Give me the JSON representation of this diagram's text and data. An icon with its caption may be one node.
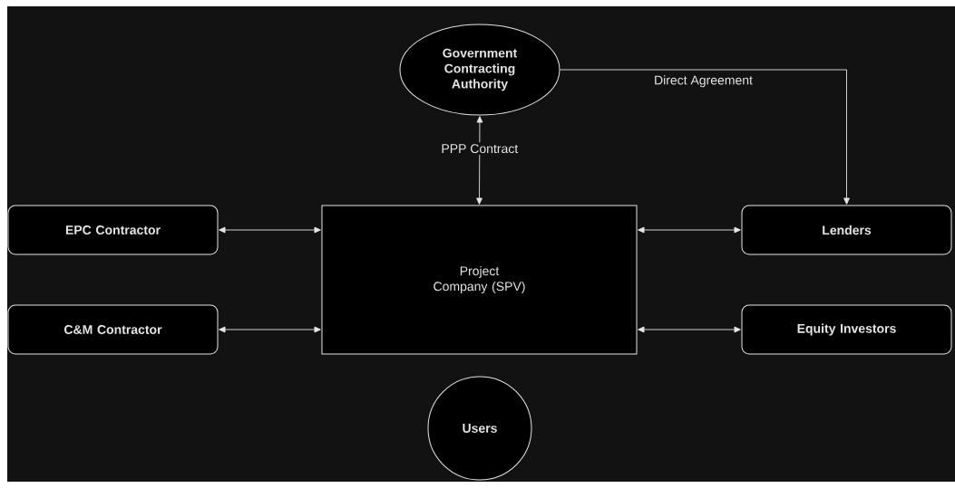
{
  "diagram": {
    "nodes": [
      {
        "text": [
          "Government Contracting Authority"
        ]
      },
      {
        "text": [
          "EPC Contractor"
        ]
      },
      {
        "text": [
          "Project Company (SPV)"
        ]
      },
      {
        "text": [
          "Lenders"
        ]
      },
      {
        "text": [
          "C&M Contractor"
        ]
      },
      {
        "text": [
          "Equity Investors"
        ]
      },
      {
        "text": [
          "Users"
        ]
      }
    ],
    "edges": [
      {
        "from": 0,
        "to": 2,
        "arrow": "both",
        "label": "PPP Contract"
      },
      {
        "from": 0,
        "to": 3,
        "arrow": "to",
        "label": "Direct Agreement"
      },
      {
        "from": 1,
        "to": 2,
        "arrow": "both"
      },
      {
        "from": 2,
        "to": 3,
        "arrow": "both"
      },
      {
        "from": 4,
        "to": 2,
        "arrow": "both"
      },
      {
        "from": 2,
        "to": 5,
        "arrow": "both"
      }
    ]
  }
}
